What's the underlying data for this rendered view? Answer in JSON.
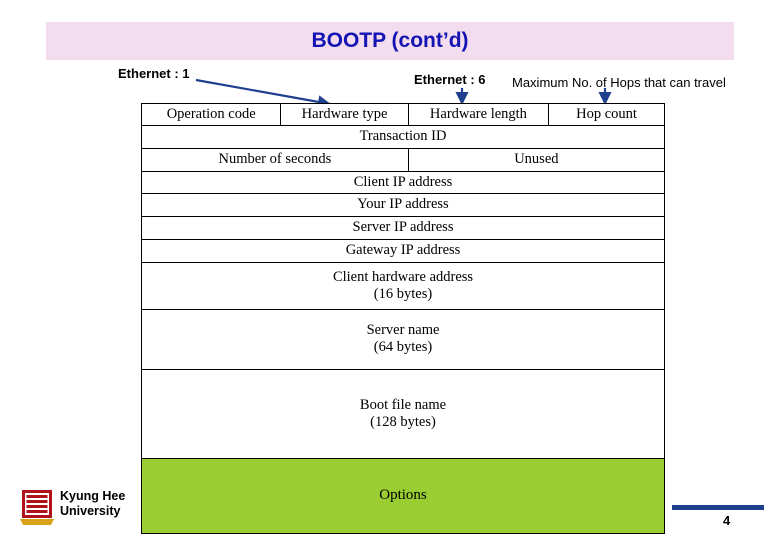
{
  "slide": {
    "title": "BOOTP (cont’d)",
    "title_color": "#1414b4",
    "banner_color": "#f2dced",
    "page_number": "4"
  },
  "annotations": [
    {
      "id": "ethernet-1",
      "text": "Ethernet : 1"
    },
    {
      "id": "ethernet-6",
      "text": "Ethernet : 6"
    },
    {
      "id": "hops",
      "text": "Maximum No. of Hops that can travel"
    }
  ],
  "packet": {
    "rows": [
      {
        "name": "row-header-fields",
        "cells": [
          {
            "label": "Operation code",
            "sub": ""
          },
          {
            "label": "Hardware type",
            "sub": ""
          },
          {
            "label": "Hardware length",
            "sub": ""
          },
          {
            "label": "Hop count",
            "sub": ""
          }
        ]
      },
      {
        "name": "row-transaction-id",
        "cells": [
          {
            "label": "Transaction ID",
            "sub": ""
          }
        ]
      },
      {
        "name": "row-seconds-unused",
        "cells": [
          {
            "label": "Number of seconds",
            "sub": ""
          },
          {
            "label": "Unused",
            "sub": ""
          }
        ]
      },
      {
        "name": "row-client-ip",
        "cells": [
          {
            "label": "Client IP address",
            "sub": ""
          }
        ]
      },
      {
        "name": "row-your-ip",
        "cells": [
          {
            "label": "Your IP address",
            "sub": ""
          }
        ]
      },
      {
        "name": "row-server-ip",
        "cells": [
          {
            "label": "Server IP address",
            "sub": ""
          }
        ]
      },
      {
        "name": "row-gateway-ip",
        "cells": [
          {
            "label": "Gateway IP address",
            "sub": ""
          }
        ]
      },
      {
        "name": "row-client-hardware-address",
        "cells": [
          {
            "label": "Client hardware address",
            "sub": "(16 bytes)"
          }
        ]
      },
      {
        "name": "row-server-name",
        "cells": [
          {
            "label": "Server name",
            "sub": "(64 bytes)"
          }
        ]
      },
      {
        "name": "row-boot-file-name",
        "cells": [
          {
            "label": "Boot file name",
            "sub": "(128 bytes)"
          }
        ]
      },
      {
        "name": "row-options",
        "cells": [
          {
            "label": "Options",
            "sub": ""
          }
        ]
      }
    ],
    "options_color": "#9acd32"
  },
  "footer": {
    "org_line1": "Kyung Hee",
    "org_line2": "University"
  }
}
